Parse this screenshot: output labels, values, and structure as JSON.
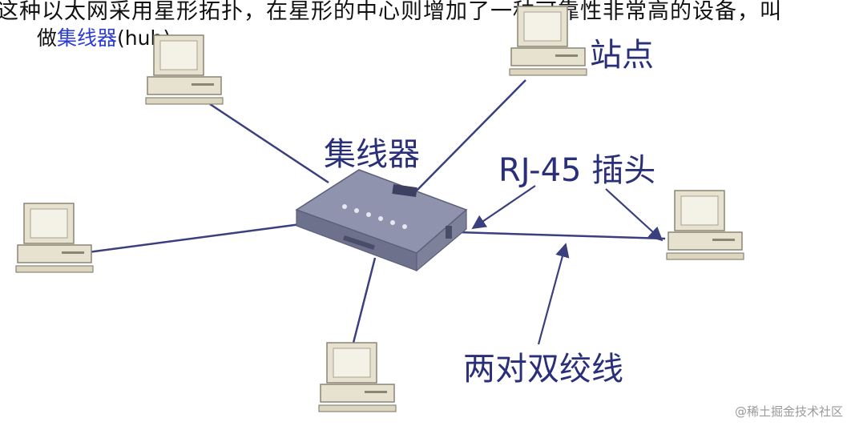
{
  "intro": {
    "line1": "这种以太网采用星形拓扑，在星形的中心则增加了一种可靠性非常高的设备，叫",
    "line2_prefix": "做",
    "line2_highlight": "集线器",
    "line2_suffix": "(hub)"
  },
  "labels": {
    "hub": "集线器",
    "station": "站点",
    "rj45": "RJ-45 插头",
    "twisted_pair": "两对双绞线"
  },
  "watermark": "@稀土掘金技术社区",
  "colors": {
    "line": "#3a3f7e",
    "label": "#2a2f7a",
    "highlight": "#2b3bd6",
    "computer": "#e7e2cf",
    "hub": "#8f93ad"
  },
  "icons": {
    "computer": "desktop-computer-icon",
    "hub": "network-hub-icon"
  }
}
